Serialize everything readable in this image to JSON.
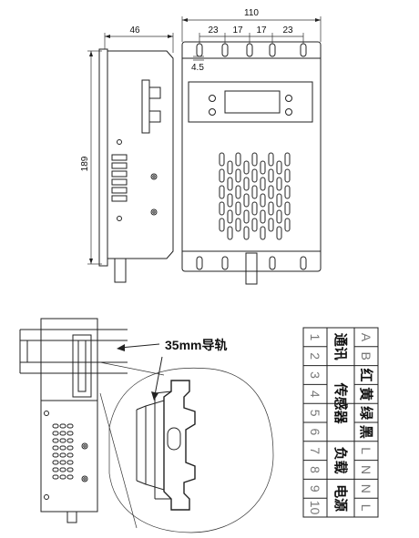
{
  "dimensions": {
    "side_width": "46",
    "height": "189",
    "total_width": "110",
    "spacing": [
      "23",
      "17",
      "17",
      "23"
    ],
    "offset": "4.5"
  },
  "rail_label": "35mm导轨",
  "terminal_table": {
    "rows": [
      {
        "num": "1",
        "func": "通讯",
        "code": "A"
      },
      {
        "num": "2",
        "func": "",
        "code": "B"
      },
      {
        "num": "3",
        "func": "",
        "code": "红"
      },
      {
        "num": "4",
        "func": "传感器",
        "code": "黄"
      },
      {
        "num": "5",
        "func": "",
        "code": "绿"
      },
      {
        "num": "6",
        "func": "",
        "code": "黑"
      },
      {
        "num": "7",
        "func": "负载",
        "code": "L"
      },
      {
        "num": "8",
        "func": "",
        "code": "N"
      },
      {
        "num": "9",
        "func": "电源",
        "code": "N"
      },
      {
        "num": "10",
        "func": "",
        "code": "L"
      }
    ]
  }
}
